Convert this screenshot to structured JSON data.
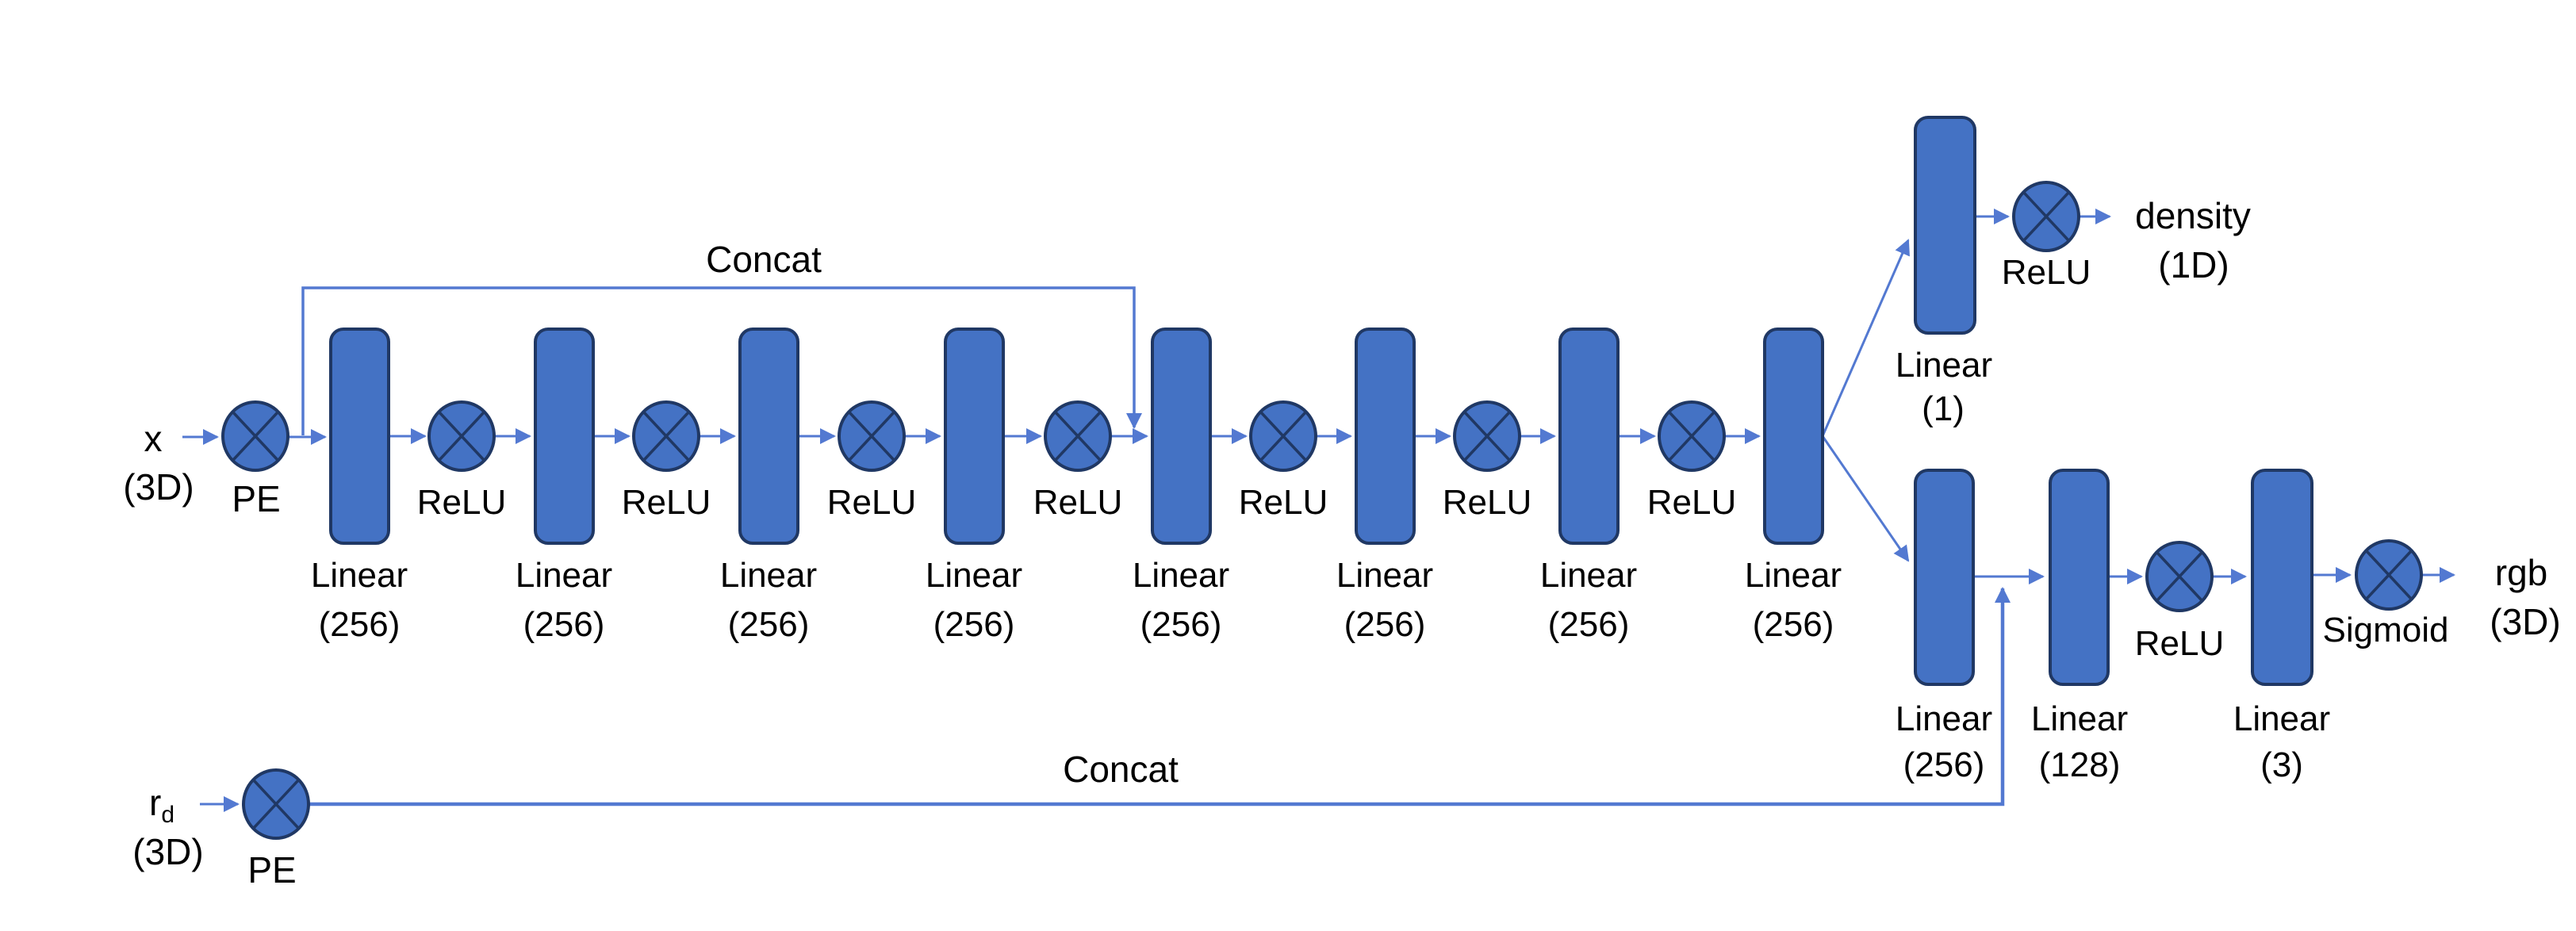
{
  "colors": {
    "shape_fill": "#4472C4",
    "shape_border": "#203864",
    "connector": "#5379D1",
    "text": "#000000",
    "background": "#FFFFFF"
  },
  "inputs": {
    "x": {
      "name": "x",
      "dim": "(3D)",
      "pe": "PE"
    },
    "ray": {
      "name": "r",
      "sub": "d",
      "dim": "(3D)",
      "pe": "PE"
    }
  },
  "concat": {
    "top": "Concat",
    "bottom": "Concat"
  },
  "main_row": {
    "blocks": [
      {
        "label": "Linear",
        "dim": "(256)"
      },
      {
        "label": "Linear",
        "dim": "(256)"
      },
      {
        "label": "Linear",
        "dim": "(256)"
      },
      {
        "label": "Linear",
        "dim": "(256)"
      },
      {
        "label": "Linear",
        "dim": "(256)"
      },
      {
        "label": "Linear",
        "dim": "(256)"
      },
      {
        "label": "Linear",
        "dim": "(256)"
      },
      {
        "label": "Linear",
        "dim": "(256)"
      }
    ],
    "relus": [
      {
        "label": "ReLU"
      },
      {
        "label": "ReLU"
      },
      {
        "label": "ReLU"
      },
      {
        "label": "ReLU"
      },
      {
        "label": "ReLU"
      },
      {
        "label": "ReLU"
      },
      {
        "label": "ReLU"
      }
    ]
  },
  "density_branch": {
    "block": {
      "label": "Linear",
      "dim": "(1)"
    },
    "relu": {
      "label": "ReLU"
    },
    "output": {
      "name": "density",
      "dim": "(1D)"
    }
  },
  "rgb_branch": {
    "block_256": {
      "label": "Linear",
      "dim": "(256)"
    },
    "block_128": {
      "label": "Linear",
      "dim": "(128)"
    },
    "relu": {
      "label": "ReLU"
    },
    "block_3": {
      "label": "Linear",
      "dim": "(3)"
    },
    "sigmoid": {
      "label": "Sigmoid"
    },
    "output": {
      "name": "rgb",
      "dim": "(3D)"
    }
  }
}
